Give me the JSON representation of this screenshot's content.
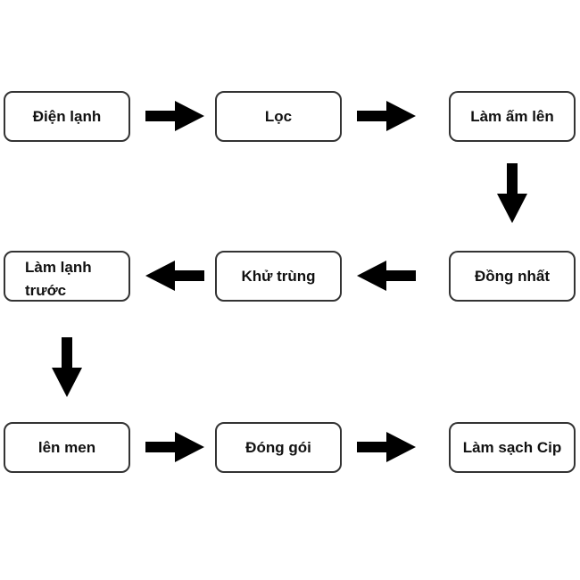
{
  "steps": [
    {
      "label": "Điện lạnh"
    },
    {
      "label": "Lọc"
    },
    {
      "label": "Làm ấm lên"
    },
    {
      "label": "Đồng nhất"
    },
    {
      "label": "Khử trùng"
    },
    {
      "label": "Làm lạnh trước",
      "lines": [
        "Làm lạnh",
        "trước"
      ]
    },
    {
      "label": "lên men"
    },
    {
      "label": "Đóng gói"
    },
    {
      "label": "Làm sạch Cip"
    }
  ],
  "colors": {
    "arrow": "#000000",
    "border": "#333333",
    "text": "#111111"
  }
}
